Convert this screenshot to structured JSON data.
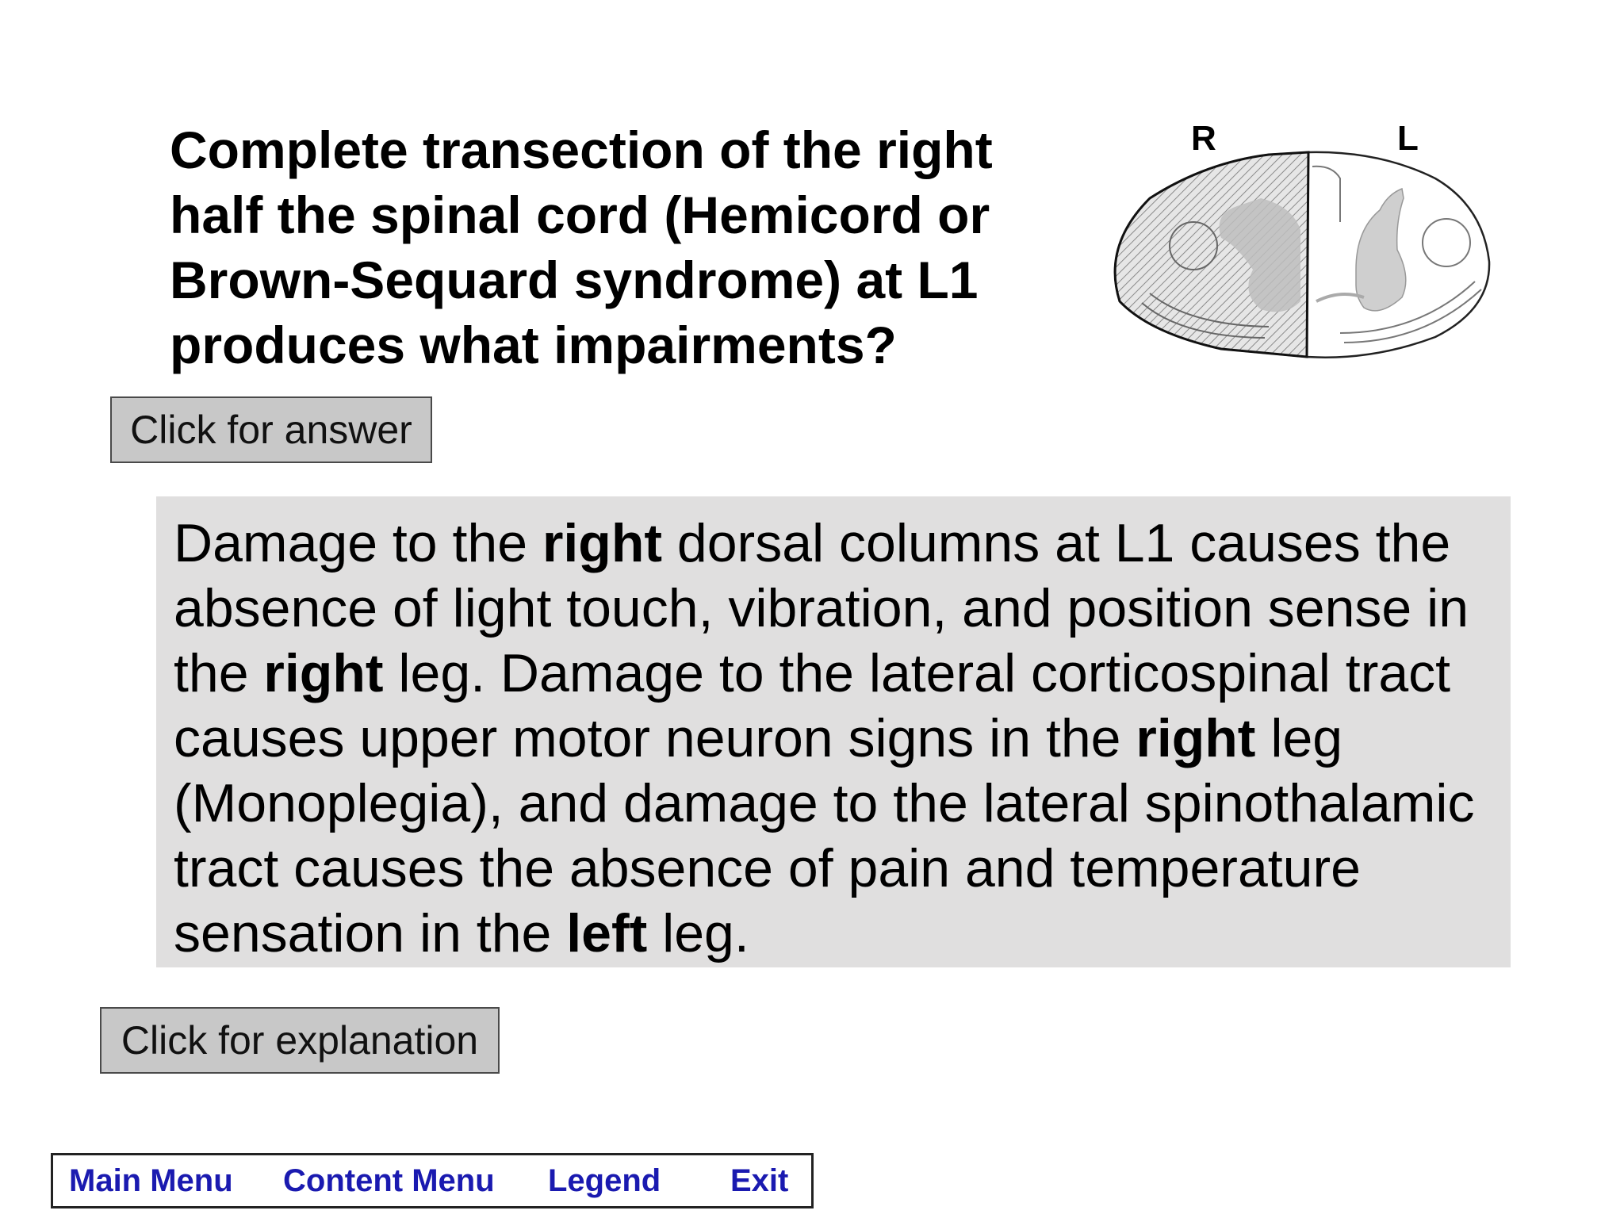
{
  "question": {
    "lines": [
      "Complete transection of the right",
      "half the spinal cord (Hemicord or",
      "Brown-Sequard syndrome) at L1",
      "produces what impairments?"
    ]
  },
  "buttons": {
    "answer_label": "Click for answer",
    "explanation_label": "Click for explanation"
  },
  "diagram": {
    "label_right": "R",
    "label_left": "L"
  },
  "answer": {
    "lines": [
      [
        {
          "t": "Damage to the ",
          "b": false
        },
        {
          "t": "right",
          "b": true
        },
        {
          "t": " dorsal columns at L1 causes the",
          "b": false
        }
      ],
      [
        {
          "t": "absence of light touch, vibration, and position sense in",
          "b": false
        }
      ],
      [
        {
          "t": "the ",
          "b": false
        },
        {
          "t": "right",
          "b": true
        },
        {
          "t": " leg. Damage to the lateral corticospinal tract",
          "b": false
        }
      ],
      [
        {
          "t": "causes upper motor neuron signs in the ",
          "b": false
        },
        {
          "t": "right",
          "b": true
        },
        {
          "t": " leg",
          "b": false
        }
      ],
      [
        {
          "t": "(Monoplegia), and damage to the lateral spinothalamic",
          "b": false
        }
      ],
      [
        {
          "t": "tract causes the absence of pain and temperature",
          "b": false
        }
      ],
      [
        {
          "t": "sensation in the ",
          "b": false
        },
        {
          "t": "left",
          "b": true
        },
        {
          "t": " leg.",
          "b": false
        }
      ]
    ]
  },
  "nav": {
    "main_menu": "Main Menu",
    "content_menu": "Content Menu",
    "legend": "Legend",
    "exit": "Exit"
  },
  "colors": {
    "nav_text": "#1a1ab0",
    "answer_bg": "#e0dfdf",
    "button_bg": "#c8c8c8"
  }
}
